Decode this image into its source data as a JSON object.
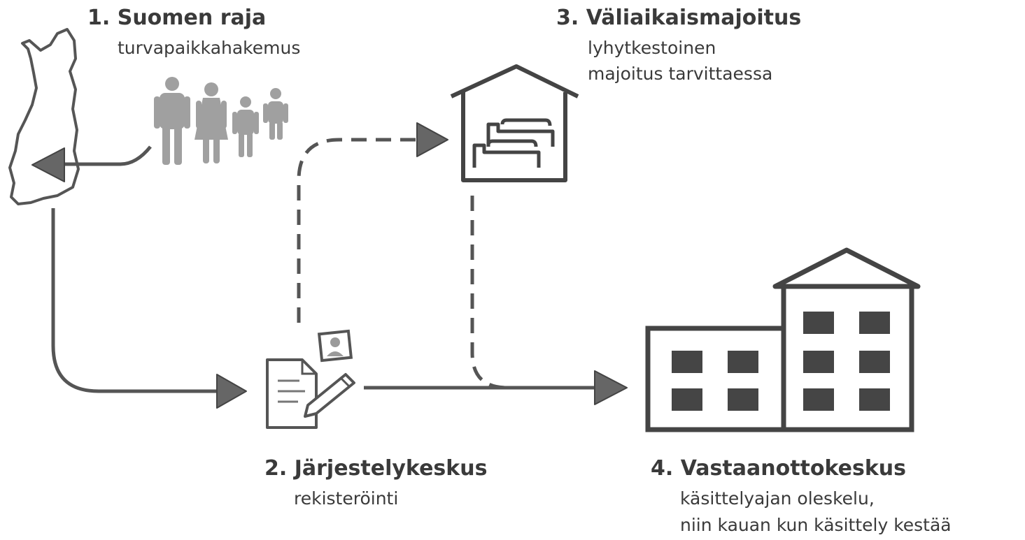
{
  "steps": [
    {
      "number_title": "1. Suomen raja",
      "lines": [
        "turvapaikkahakemus"
      ],
      "icon": "finland-map-icon"
    },
    {
      "number_title": "2. Järjestelykeskus",
      "lines": [
        "rekisteröinti"
      ],
      "icon": "registration-document-icon"
    },
    {
      "number_title": "3. Väliaikaismajoitus",
      "lines": [
        "lyhytkestoinen",
        "majoitus tarvittaessa"
      ],
      "icon": "temporary-housing-icon"
    },
    {
      "number_title": "4. Vastaanottokeskus",
      "lines": [
        "käsittelyajan oleskelu,",
        "niin kauan kun käsittely kestää"
      ],
      "icon": "reception-center-building-icon"
    }
  ],
  "connections": [
    {
      "from": "family",
      "to": "1",
      "style": "solid"
    },
    {
      "from": "1",
      "to": "2",
      "style": "solid"
    },
    {
      "from": "2",
      "to": "3",
      "style": "dashed"
    },
    {
      "from": "3",
      "to": "4",
      "style": "dashed"
    },
    {
      "from": "2",
      "to": "4",
      "style": "solid"
    }
  ],
  "colors": {
    "text": "#3a3a3a",
    "lines": "#555555",
    "arrowheads": "#666666",
    "family_figures": "#a0a0a0",
    "windows": "#454545",
    "background": "#ffffff"
  }
}
